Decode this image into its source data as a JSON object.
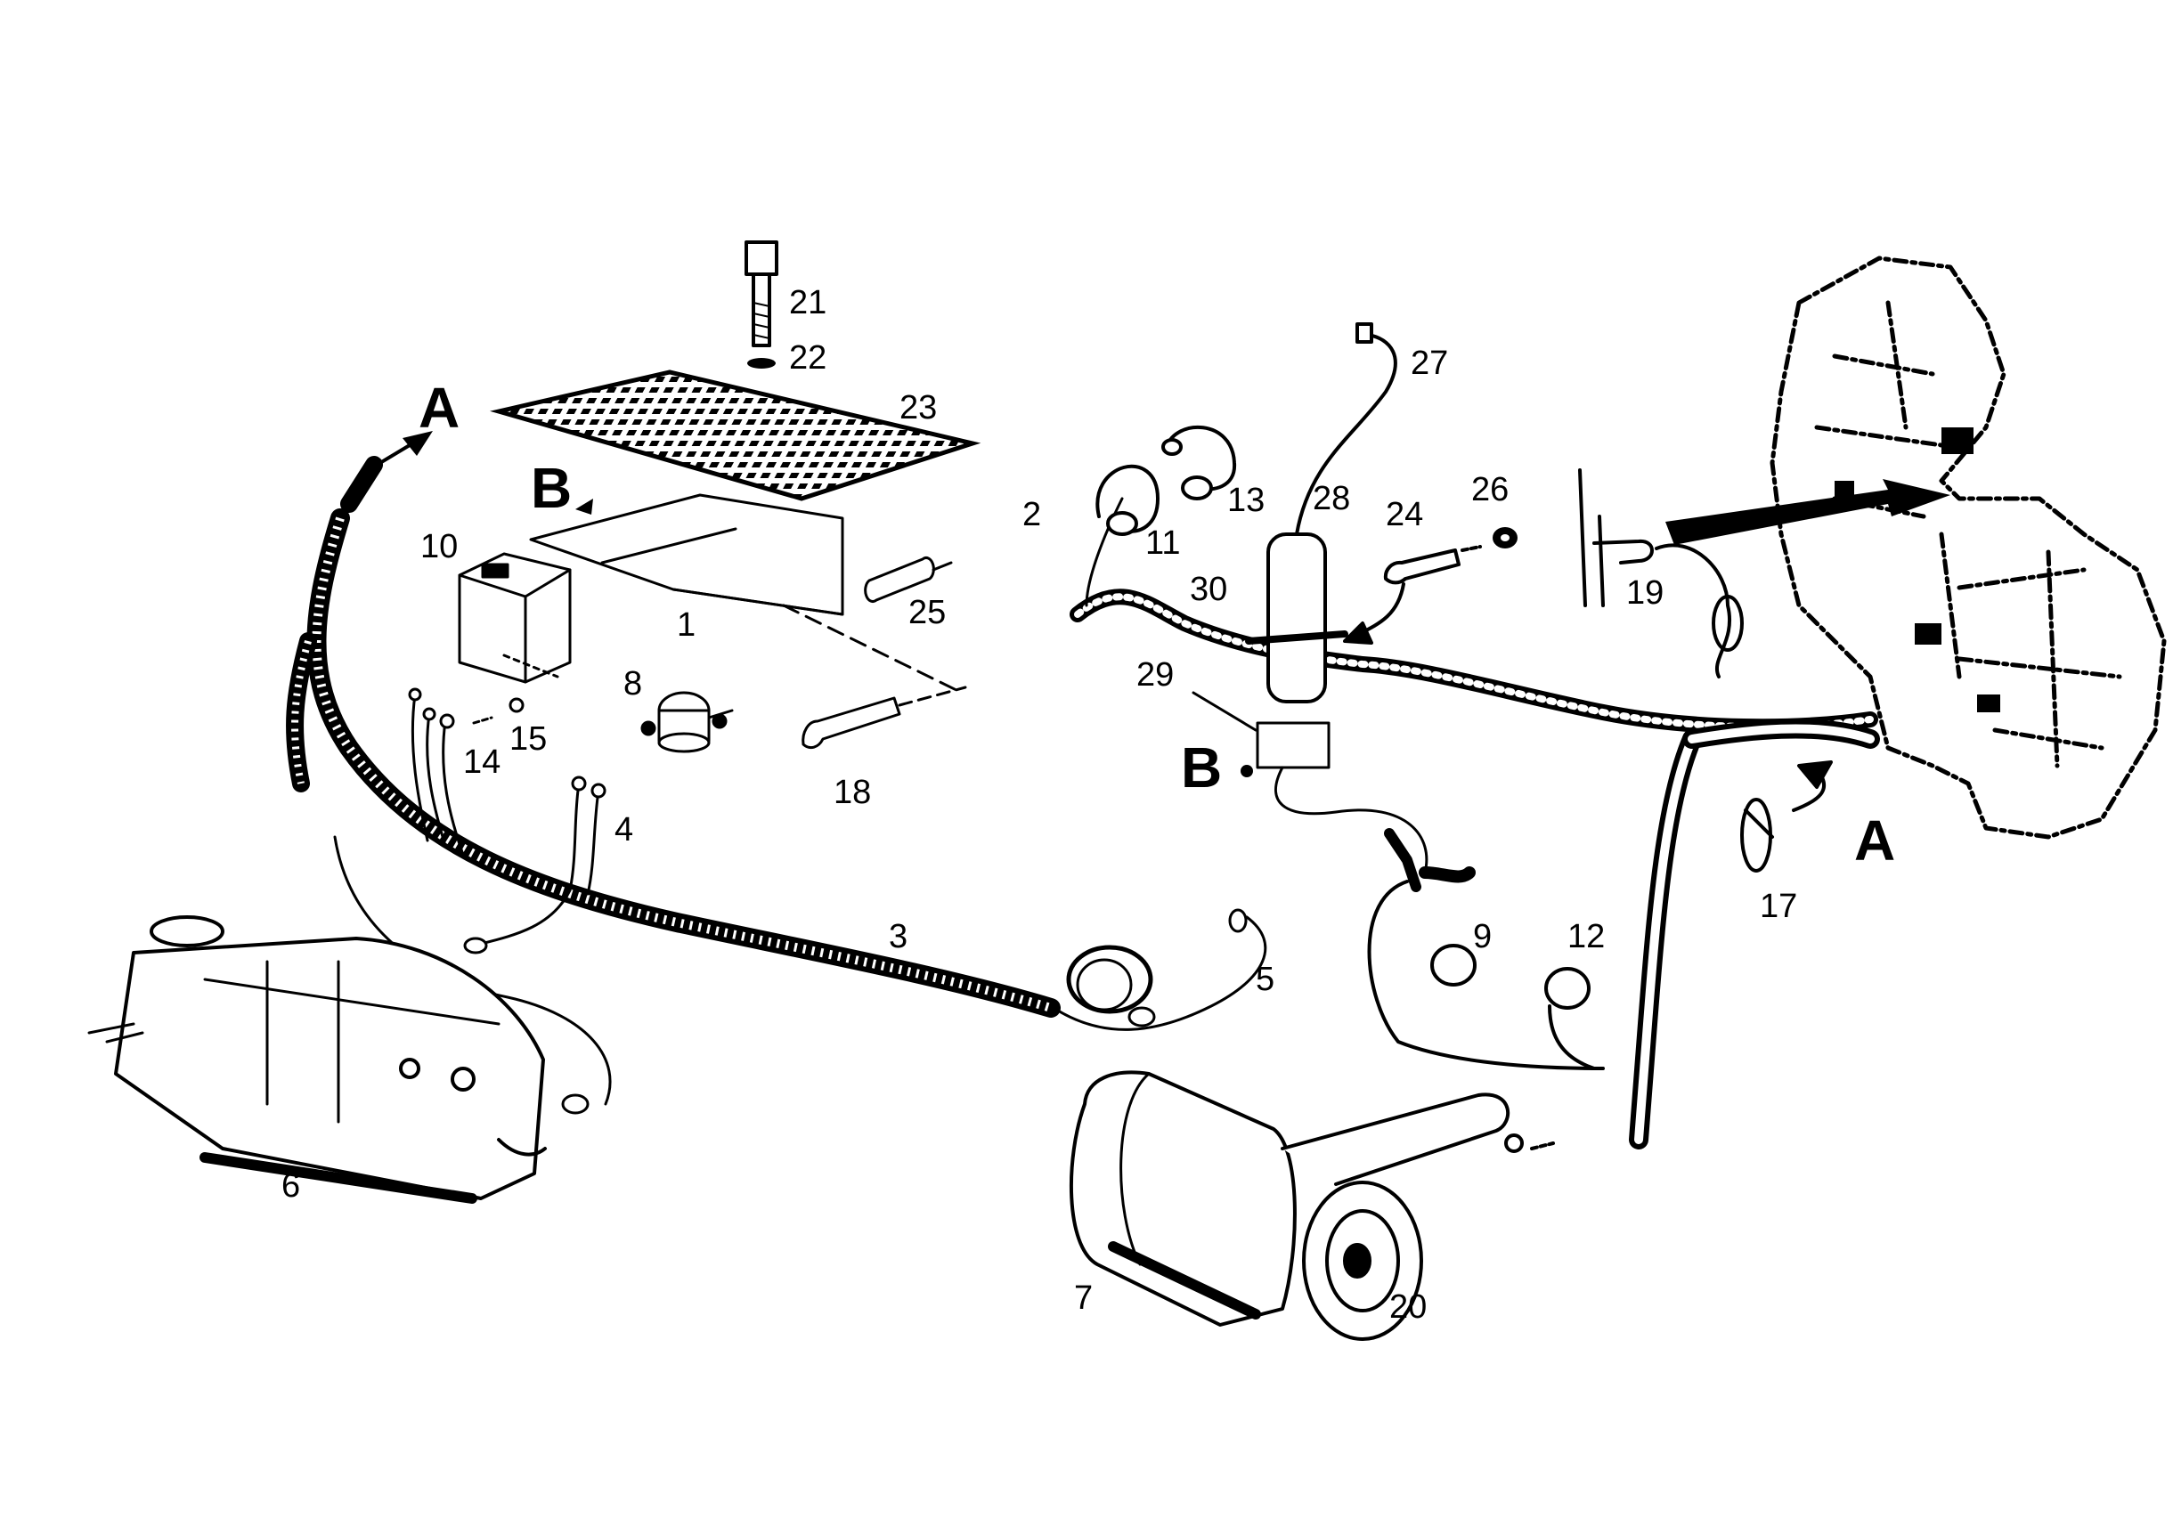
{
  "callouts": {
    "n1": "1",
    "n2": "2",
    "n3": "3",
    "n4": "4",
    "n5": "5",
    "n6": "6",
    "n7": "7",
    "n8": "8",
    "n9": "9",
    "n10": "10",
    "n11": "11",
    "n12": "12",
    "n13": "13",
    "n14": "14",
    "n15": "15",
    "n17": "17",
    "n18": "18",
    "n19": "19",
    "n20": "20",
    "n21": "21",
    "n22": "22",
    "n23": "23",
    "n24": "24",
    "n25": "25",
    "n26": "26",
    "n27": "27",
    "n28": "28",
    "n29": "29",
    "n30": "30"
  },
  "letters": {
    "a_top": "A",
    "a_right": "A",
    "b_top": "B",
    "b_mid": "B"
  }
}
